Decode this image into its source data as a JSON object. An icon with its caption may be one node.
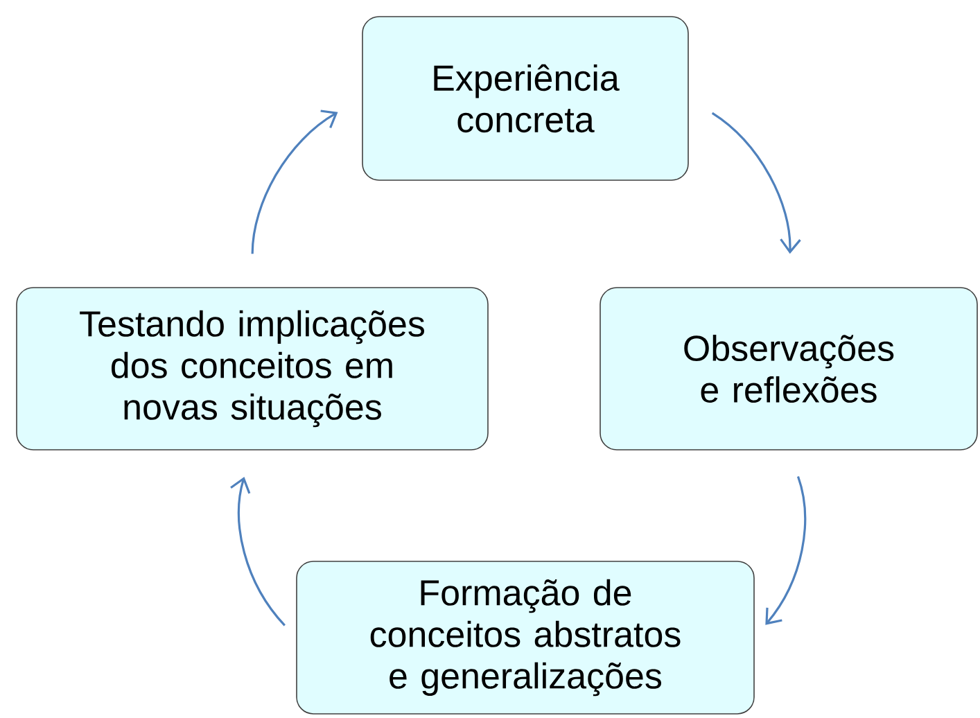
{
  "diagram": {
    "nodes": [
      {
        "text": [
          "Experiência concreta"
        ]
      },
      {
        "text": [
          "Observações e reflexões"
        ]
      },
      {
        "text": [
          "Formação de conceitos abstratos e generalizações"
        ]
      },
      {
        "text": [
          "Testando implicações dos conceitos em novas situações"
        ]
      }
    ],
    "edges": [
      {
        "from": 0,
        "to": 1,
        "arrow": "to"
      },
      {
        "from": 1,
        "to": 2,
        "arrow": "to"
      },
      {
        "from": 2,
        "to": 3,
        "arrow": "to"
      },
      {
        "from": 3,
        "to": 0,
        "arrow": "to"
      }
    ]
  }
}
